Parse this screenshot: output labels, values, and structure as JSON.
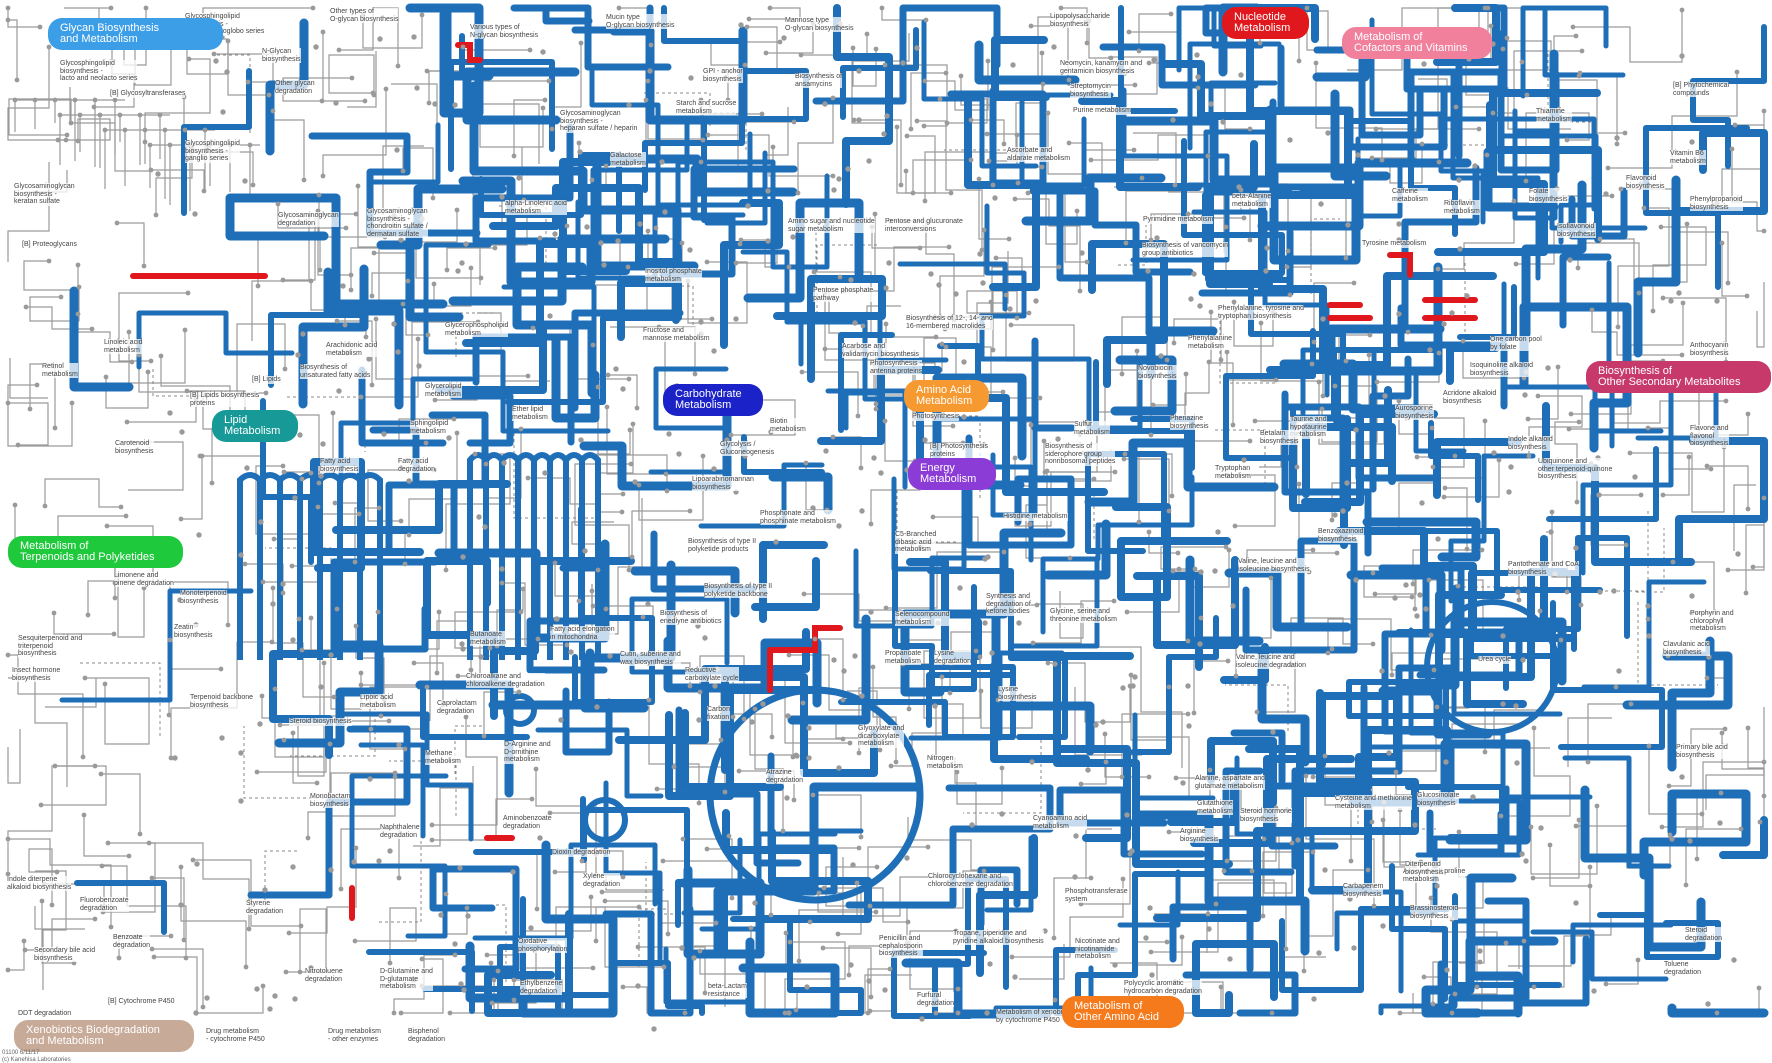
{
  "categories": [
    {
      "id": "glycan",
      "label": "Glycan Biosynthesis\nand Metabolism",
      "color": "#3d9ee8"
    },
    {
      "id": "nucleotide",
      "label": "Nucleotide\nMetabolism",
      "color": "#e0181e"
    },
    {
      "id": "cofactors",
      "label": "Metabolism of\nCofactors and Vitamins",
      "color": "#f0809c"
    },
    {
      "id": "secondary",
      "label": "Biosynthesis of\nOther Secondary Metabolites",
      "color": "#c7386b"
    },
    {
      "id": "lipid",
      "label": "Lipid\nMetabolism",
      "color": "#179a97"
    },
    {
      "id": "carbohydrate",
      "label": "Carbohydrate\nMetabolism",
      "color": "#1a22c8"
    },
    {
      "id": "aminoacid",
      "label": "Amino Acid\nMetabolism",
      "color": "#f59930"
    },
    {
      "id": "energy",
      "label": "Energy\nMetabolism",
      "color": "#8b3bd6"
    },
    {
      "id": "terpenoids",
      "label": "Metabolism of\nTerpenoids and Polyketides",
      "color": "#1ec93c"
    },
    {
      "id": "otheraa",
      "label": "Metabolism of\nOther Amino Acid",
      "color": "#f47a1c"
    },
    {
      "id": "xenobiotics",
      "label": "Xenobiotics Biodegradation\nand Metabolism",
      "color": "#c8aa98"
    }
  ],
  "pathways": [
    "Glycosphingolipid\nbiosynthesis -\nglobo and isoglobo series",
    "Other types of\nO-glycan biosynthesis",
    "Various types of\nN-glycan biosynthesis",
    "Mucin type\nO-glycan biosynthesis",
    "Mannose type\nO-glycan biosynthesis",
    "Lipopolysaccharide\nbiosynthesis",
    "Glycosphingolipid\nbiosynthesis -\nlacto and neolacto series",
    "N-Glycan\nbiosynthesis",
    "Other glycan\ndegradation",
    "[B] Glycosyltransferases",
    "GPI - anchor\nbiosynthesis",
    "Biosynthesis of\nansamycins",
    "Neomycin, kanamycin and\ngentamicin biosynthesis",
    "Streptomycin\nbiosynthesis",
    "Purine metabolism",
    "[B] Phytochemical\ncompounds",
    "Starch and sucrose\nmetabolism",
    "Glycosaminoglycan\nbiosynthesis -\nheparan sulfate / heparin",
    "Thiamine\nmetabolism",
    "Glycosphingolipid\nbiosynthesis -\nganglio series",
    "Galactose\nmetabolism",
    "Ascorbate and\naldarate metabolism",
    "Vitamin B6\nmetabolism",
    "Glycosaminoglycan\nbiosynthesis -\nkeratan sulfate",
    "alpha-Linolenic acid\nmetabolism",
    "beta-Alanine\nmetabolism",
    "Caffeine\nmetabolism",
    "Riboflavin\nmetabolism",
    "Folate\nbiosynthesis",
    "Flavonoid\nbiosynthesis",
    "Phenylpropanoid\nbiosynthesis",
    "Glycosaminoglycan\ndegradation",
    "Glycosaminoglycan\nbiosynthesis -\nchondroitin sulfate /\ndermatan sulfate",
    "Amino sugar and nucleotide\nsugar metabolism",
    "Pentose and glucuronate\ninterconversions",
    "Pyrimidine metabolism",
    "Isoflavonoid\nbiosynthesis",
    "[B] Proteoglycans",
    "Biosynthesis of vancomycin\ngroup antibiotics",
    "Tyrosine metabolism",
    "Inositol phosphate\nmetabolism",
    "Pentose phosphate\npathway",
    "Biosynthesis of 12-, 14- and\n16-membered macrolides",
    "Phenylalanine, tyrosine and\ntryptophan biosynthesis",
    "Glycerophospholipid\nmetabolism",
    "Fructose and\nmannose metabolism",
    "Linoleic acid\nmetabolism",
    "Arachidonic acid\nmetabolism",
    "Acarbose and\nvalidamycin biosynthesis",
    "Phenylalanine\nmetabolism",
    "One carbon pool\nby folate",
    "Anthocyanin\nbiosynthesis",
    "Retinol\nmetabolism",
    "Biosynthesis of\nunsaturated fatty acids",
    "Photosynthesis -\nantenna proteins",
    "Novobiocin\nbiosynthesis",
    "Isoquinoline alkaloid\nbiosynthesis",
    "[B] Lipids biosynthesis\nproteins",
    "[B] Lipids",
    "Glycerolipid\nmetabolism",
    "Photosynthesis",
    "Acridone alkaloid\nbiosynthesis",
    "Ether lipid\nmetabolism",
    "Phenazine\nbiosynthesis",
    "Taurine and\nhypotaurine\nmetabolism",
    "Betalain\nbiosynthesis",
    "Aurosporine\nbiosynthesis",
    "Sphingolipid\nmetabolism",
    "Sulfur\nmetabolism",
    "Indole alkaloid\nbiosynthesis",
    "Carotenoid\nbiosynthesis",
    "Fatty acid\nbiosynthesis",
    "Fatty acid\ndegradation",
    "Glycolysis /\nGluconeogenesis",
    "[B] Photosynthesis\nproteins",
    "Flavone and\nflavonol\nbiosynthesis",
    "Lipoarabinomannan\nbiosynthesis",
    "Biosynthesis of\nsiderophore group\nnonribosomal peptides",
    "Tryptophan\nmetabolism",
    "Ubiquinone and\nother terpenoid-quinone\nbiosynthesis",
    "Phosphonate and\nphosphinate metabolism",
    "Histidine metabolism",
    "C5-Branched\ndibasic acid\nmetabolism",
    "Benzoxazinoid\nbiosynthesis",
    "Limonene and\npinene degradation",
    "Monoterpenoid\nbiosynthesis",
    "Biosynthesis of type II\npolyketide products",
    "Valine, leucine and\nisoleucine biosynthesis",
    "Pantothenate and CoA\nbiosynthesis",
    "Biosynthesis of type II\npolyketide backbone",
    "Synthesis and\ndegradation of\nketone bodies",
    "Glycine, serine and\nthreonine metabolism",
    "Biosynthesis of\nenediyne antibiotics",
    "Zeatin\nbiosynthesis",
    "Butanoate\nmetabolism",
    "Fatty acid elongation\nin mitochondria",
    "Selenocompound\nmetabolism",
    "Sesquiterpenoid and\ntriterpenoid\nbiosynthesis",
    "Cutin, suberine and\nwax biosynthesis",
    "Porphyrin and\nchlorophyll\nmetabolism",
    "Propanoate\nmetabolism",
    "Lysine\ndegradation",
    "Urea cycle",
    "Clavulanic acid\nbiosynthesis",
    "Insect hormone\nbiosynthesis",
    "Chloroalkane and\nchloroalkene degradation",
    "Reductive\ncarboxylate cycle",
    "Valine, leucine and\nisoleucine degradation",
    "Terpenoid backbone\nbiosynthesis",
    "Lipoic acid\nmetabolism",
    "Lysine\nbiosynthesis",
    "Caprolactam\ndegradation",
    "Carbon\nfixation",
    "Steroid biosynthesis",
    "Primary bile acid\nbiosynthesis",
    "D-Arginine and\nD-ornithine\nmetabolism",
    "Methane\nmetabolism",
    "Atrazine\ndegradation",
    "Glyoxylate and\ndicarboxylate\nmetabolism",
    "Nitrogen\nmetabolism",
    "Alanine, aspartate and\nglutamate metabolism",
    "Monobactam\nbiosynthesis",
    "Steroid hormone\nbiosynthesis",
    "Glutathione\nmetabolism",
    "Cysteine and methionine\nmetabolism",
    "Glucosinolate\nbiosynthesis",
    "Aminobenzoate\ndegradation",
    "Naphthalene\ndegradation",
    "Cyanoamino acid\nmetabolism",
    "Arginine\nbiosynthesis",
    "Indole diterpene\nalkaloid biosynthesis",
    "Dioxin degradation",
    "Xylene\ndegradation",
    "Arginine and proline\nmetabolism",
    "Chlorocyclohexane and\nchlorobenzene degradation",
    "Carbapenem\nbiosynthesis",
    "Diterpenoid\nbiosynthesis",
    "Fluorobenzoate\ndegradation",
    "Styrene\ndegradation",
    "Tropane, piperidine and\npyridine alkaloid biosynthesis",
    "Brassinosteroid\nbiosynthesis",
    "Secondary bile acid\nbiosynthesis",
    "Benzoate\ndegradation",
    "Oxidative\nphosphorylation",
    "Penicillin and\ncephalosporin\nbiosynthesis",
    "Nicotinate and\nnicotinamide\nmetabolism",
    "Steroid\ndegradation",
    "Nitrotoluene\ndegradation",
    "D-Glutamine and\nD-glutamate\nmetabolism",
    "Toluene\ndegradation",
    "Ethylbenzene\ndegradation",
    "beta-Lactam\nresistance",
    "Polycyclic aromatic\nhydrocarbon degradation",
    "[B] Cytochrome P450",
    "DDT degradation",
    "Furfural\ndegradation",
    "Metabolism of xenobiotics\nby cytochrome P450",
    "Drug metabolism\n- cytochrome P450",
    "Drug metabolism\n- other enzymes",
    "Bisphenol\ndegradation",
    "Phosphotransferase\nsystem",
    "Biotin\nmetabolism"
  ],
  "footer": {
    "line1": "01100 6/11/17",
    "line2": "(c) Kanehisa Laboratories"
  },
  "colors": {
    "pathway_blue": "#1f6fb8",
    "pathway_gray": "#9a9a9a",
    "highlight_red": "#e0181e",
    "node_gray": "#9a9a9a"
  }
}
